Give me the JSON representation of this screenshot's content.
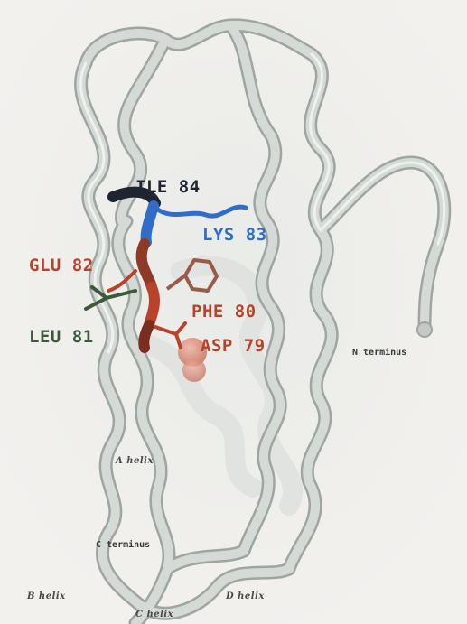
{
  "figure": {
    "residues": {
      "ile84": "ILE 84",
      "lys83": "LYS 83",
      "glu82": "GLU 82",
      "phe80": "PHE 80",
      "leu81": "LEU 81",
      "asp79": "ASP 79"
    },
    "termini": {
      "n": "N terminus",
      "c": "C terminus"
    },
    "helices": {
      "a": "A helix",
      "b": "B helix",
      "c": "C helix",
      "d": "D helix"
    },
    "colors": {
      "ile84": "#1e2430",
      "lys83": "#2f6dc9",
      "glu82": "#b9432a",
      "phe80": "#b9432a",
      "leu81": "#3c5a3a",
      "asp79": "#b9432a",
      "tube": "#c9cfca"
    }
  }
}
